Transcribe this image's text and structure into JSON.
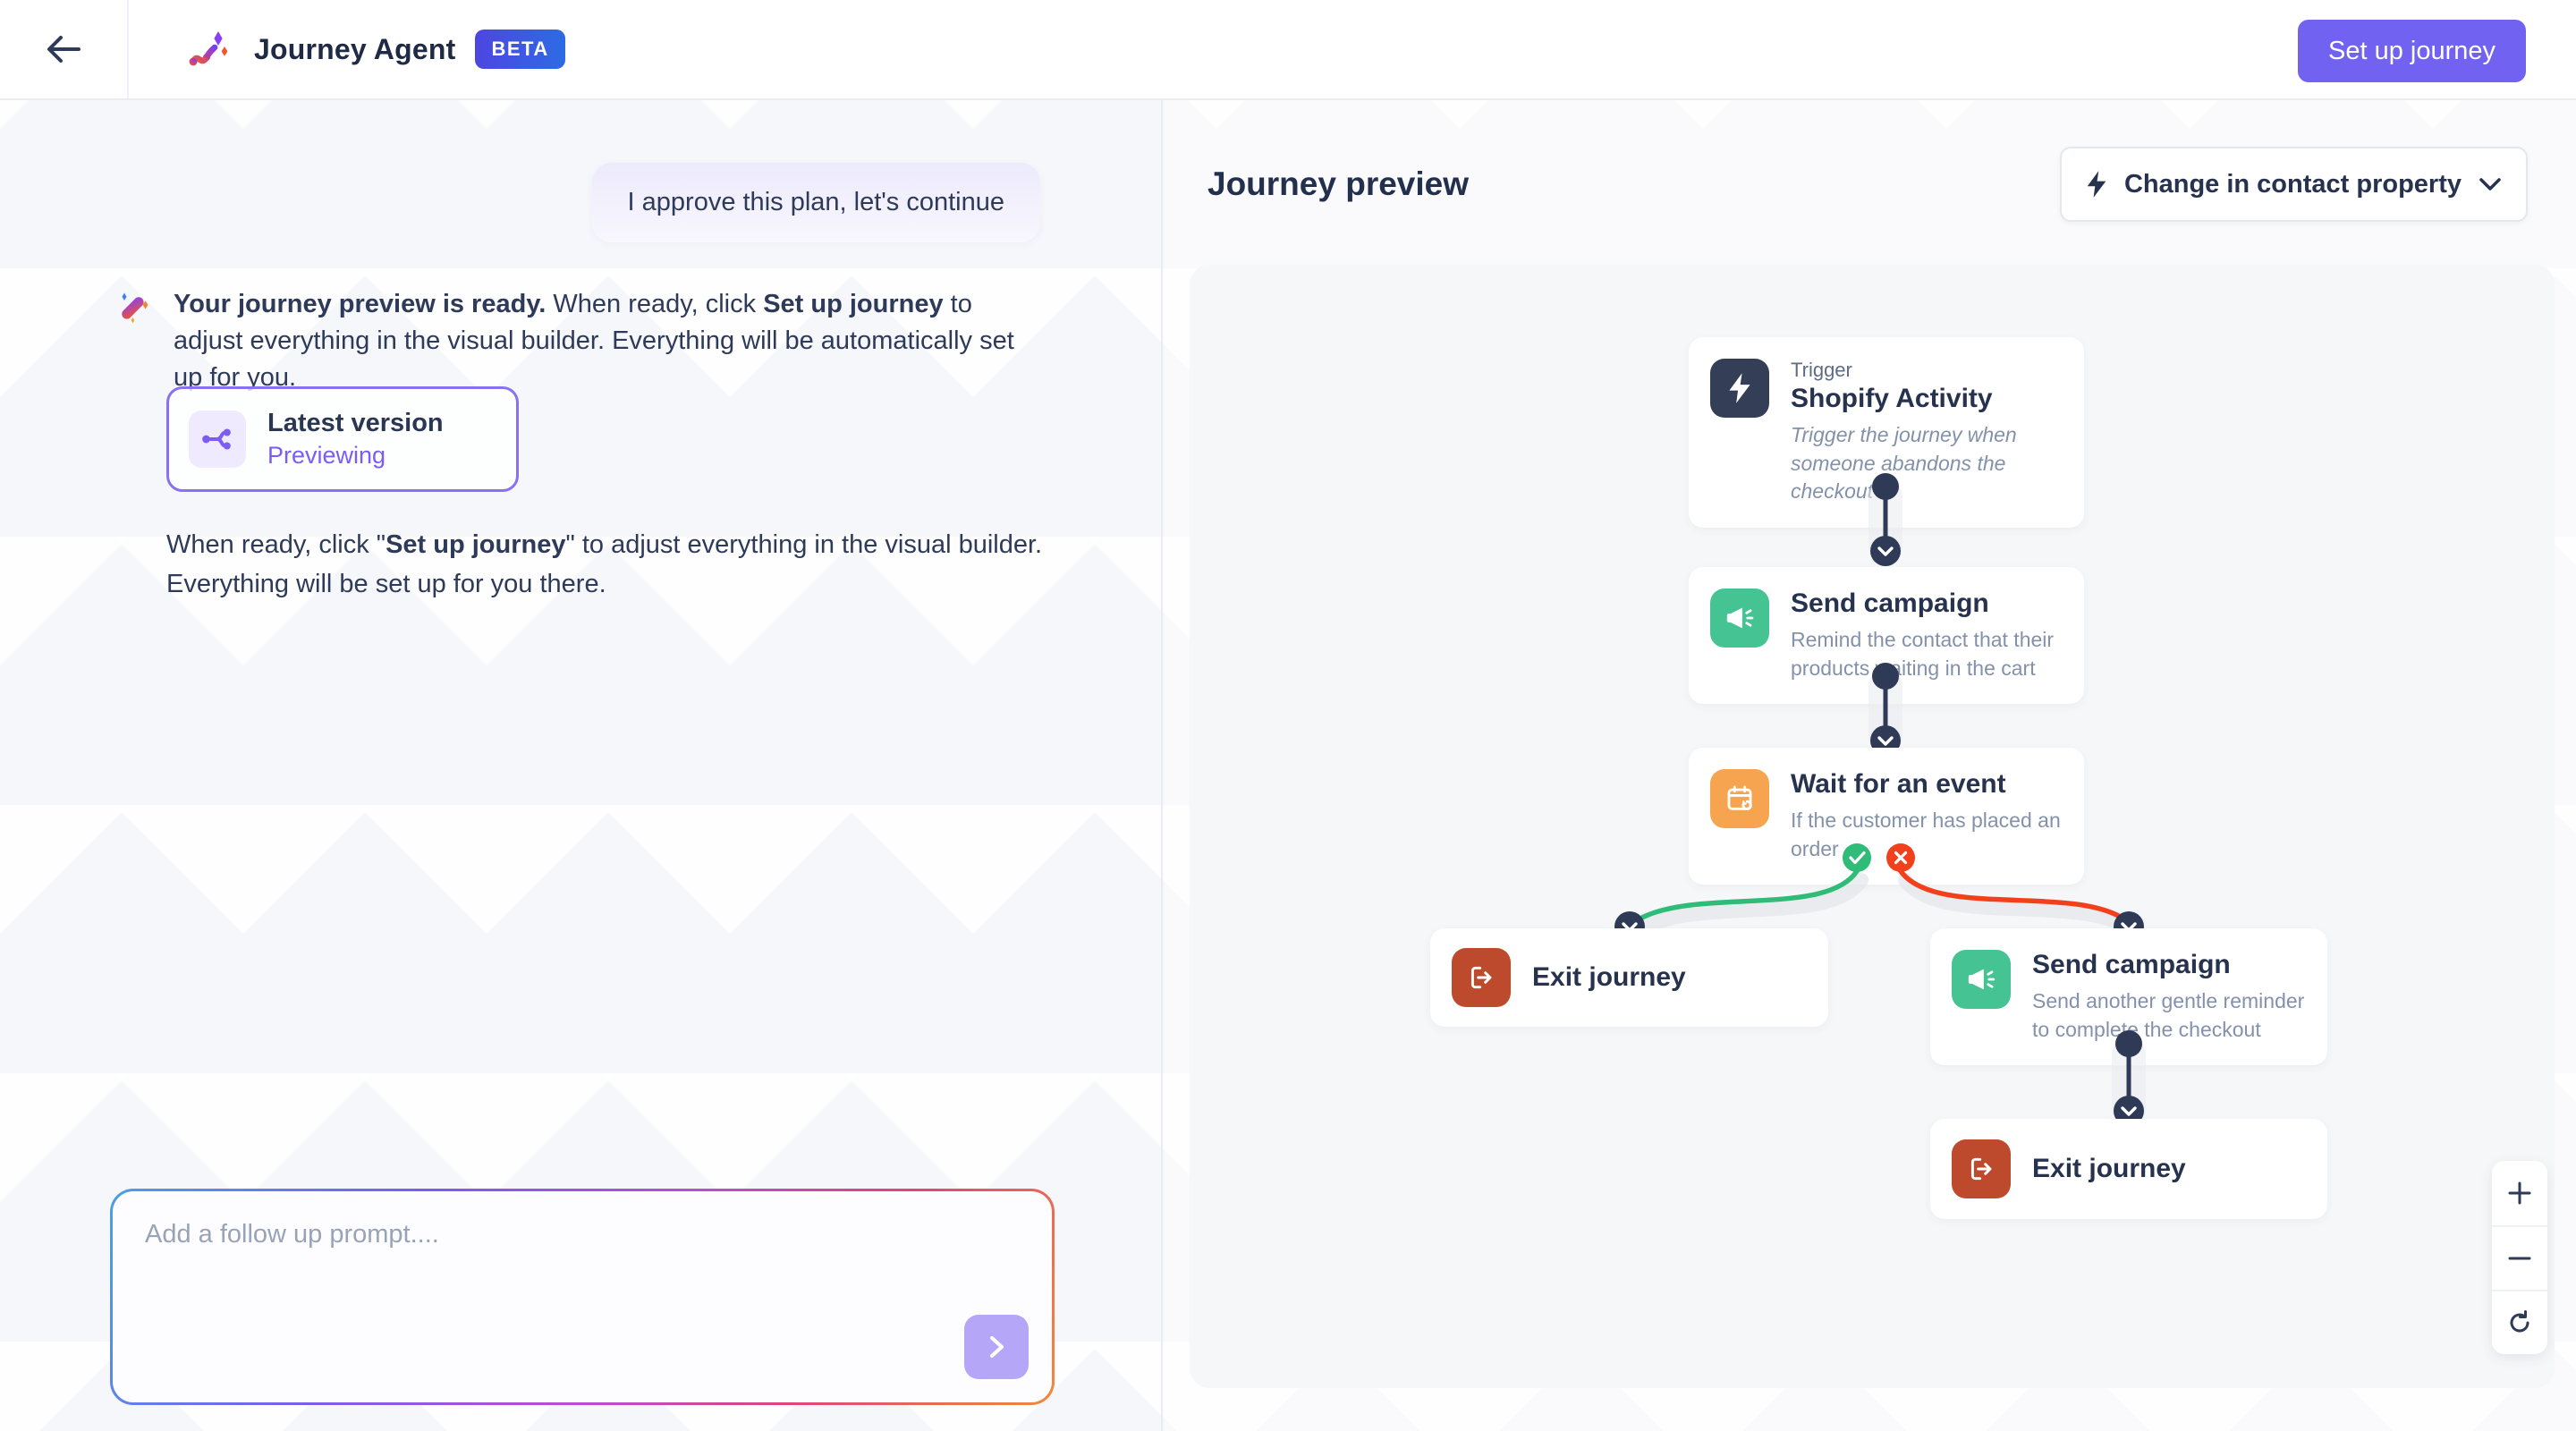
{
  "header": {
    "app_title": "Journey Agent",
    "beta_badge": "BETA",
    "setup_button": "Set up journey"
  },
  "chat": {
    "user_message": "I approve this plan, let's continue",
    "assistant_message": {
      "bold_lead": "Your journey preview is ready.",
      "mid_text": " When ready, click ",
      "bold_action": "Set up journey",
      "tail_text": " to adjust everything in the visual builder. Everything will be automatically set up for you."
    },
    "version_card": {
      "title": "Latest version",
      "status": "Previewing"
    },
    "followup_note": {
      "seg1": "When ready, click \"",
      "bold_action": "Set up journey",
      "seg2": "\" to adjust everything in the visual builder. Everything will be set up for you there."
    },
    "input": {
      "placeholder": "Add a follow up prompt...."
    }
  },
  "preview": {
    "title": "Journey preview",
    "trigger_dropdown_label": "Change in contact property",
    "nodes": {
      "trigger": {
        "label": "Trigger",
        "title": "Shopify Activity",
        "description": "Trigger the journey when someone abandons the checkout",
        "icon": "lightning-icon",
        "icon_bg": "#343E56"
      },
      "send1": {
        "title": "Send campaign",
        "description": "Remind the contact that their products waiting in the cart",
        "icon": "megaphone-icon",
        "icon_bg": "#45C392"
      },
      "wait": {
        "title": "Wait for an event",
        "description": "If the customer has placed an order",
        "icon": "calendar-icon",
        "icon_bg": "#F6A44F"
      },
      "exit_left": {
        "title": "Exit journey",
        "icon": "exit-icon",
        "icon_bg": "#BE4A2D"
      },
      "send2": {
        "title": "Send campaign",
        "description": "Send another gentle reminder to complete the checkout",
        "icon": "megaphone-icon",
        "icon_bg": "#45C392"
      },
      "exit_bottom": {
        "title": "Exit journey",
        "icon": "exit-icon",
        "icon_bg": "#BE4A2D"
      }
    },
    "branch": {
      "yes_color": "#2FBB78",
      "no_color": "#F2401D"
    },
    "zoom_controls": {
      "zoom_in": "+",
      "zoom_out": "−",
      "refresh": "refresh"
    }
  },
  "colors": {
    "accent_purple": "#7262F2",
    "navy": "#2E3A56",
    "node_green": "#45C392",
    "node_orange": "#F6A44F",
    "node_red": "#BE4A2D",
    "branch_green": "#2FBB78",
    "branch_red": "#F2401D"
  }
}
